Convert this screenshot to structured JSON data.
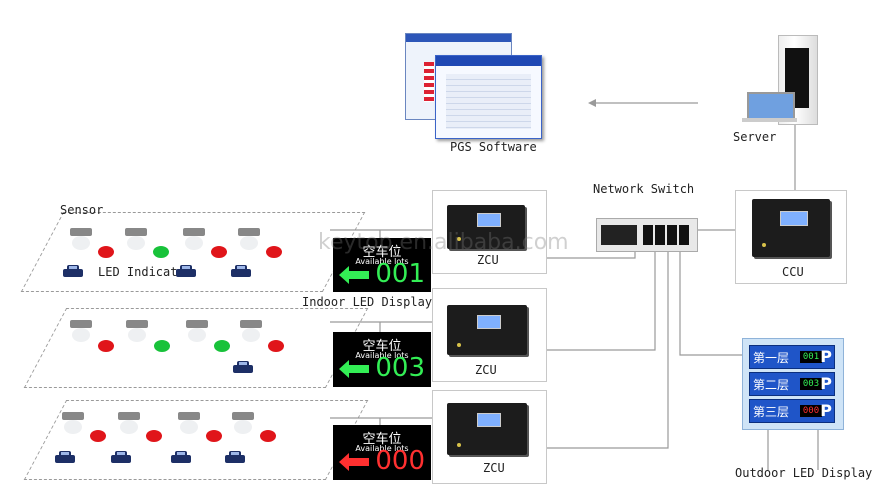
{
  "labels": {
    "pgs_software": "PGS Software",
    "server": "Server",
    "network_switch": "Network Switch",
    "sensor": "Sensor",
    "led_indicator": "LED Indicator",
    "indoor_led_display": "Indoor LED Display",
    "zcu_1": "ZCU",
    "zcu_2": "ZCU",
    "zcu_3": "ZCU",
    "ccu": "CCU",
    "outdoor_led_display": "Outdoor LED Display",
    "watermark": "keytop.en.alibaba.com"
  },
  "indoor_displays": [
    {
      "title_cn": "空车位",
      "title_en": "Available lots",
      "count": "001",
      "color": "#33ee55"
    },
    {
      "title_cn": "空车位",
      "title_en": "Available lots",
      "count": "003",
      "color": "#33ee55"
    },
    {
      "title_cn": "空车位",
      "title_en": "Available lots",
      "count": "000",
      "color": "#ff3030"
    }
  ],
  "outdoor_display": {
    "rows": [
      {
        "level": "第一层",
        "count": "001",
        "count_color": "#33ee55",
        "suffix": "P"
      },
      {
        "level": "第二层",
        "count": "003",
        "count_color": "#33ee55",
        "suffix": "P"
      },
      {
        "level": "第三层",
        "count": "000",
        "count_color": "#ff3030",
        "suffix": "P"
      }
    ]
  },
  "colors": {
    "led_red": "#e0151a",
    "led_green": "#18c23a",
    "car_body": "#1d2f66",
    "wire": "#9a9a9a"
  }
}
